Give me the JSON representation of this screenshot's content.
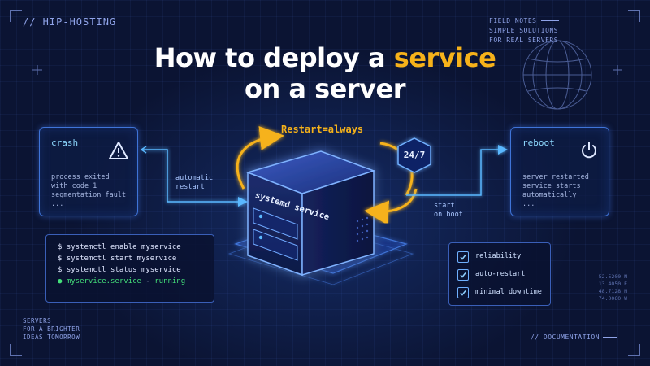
{
  "brand": "// HIP-HOSTING",
  "field_notes": [
    "FIELD NOTES",
    "SIMPLE SOLUTIONS",
    "FOR REAL SERVERS"
  ],
  "title": {
    "line1_prefix": "How to deploy a ",
    "line1_accent": "service",
    "line2": "on a server"
  },
  "crash_card": {
    "title": "crash",
    "icon": "warning-triangle-icon",
    "body": [
      "process exited",
      "with code 1",
      "segmentation fault",
      "..."
    ]
  },
  "reboot_card": {
    "title": "reboot",
    "icon": "power-icon",
    "body": [
      "server restarted",
      "service starts",
      "automatically",
      "..."
    ]
  },
  "edges": {
    "automatic_restart": [
      "automatic",
      "restart"
    ],
    "start_on_boot": [
      "start",
      "on boot"
    ],
    "restart_always": "Restart=always"
  },
  "server": {
    "label": "systemd service",
    "badge": "24/7"
  },
  "terminal": {
    "lines": [
      "$ systemctl enable myservice",
      "$ systemctl start myservice",
      "$ systemctl status myservice"
    ],
    "status_service": "myservice.service",
    "status_sep": " - ",
    "status_state": "running"
  },
  "checklist": [
    "reliability",
    "auto-restart",
    "minimal downtime"
  ],
  "coords": [
    "52.5200 N",
    "13.4050 E",
    "48.7128 N",
    "74.0060 W"
  ],
  "bottom_left": [
    "SERVERS",
    "FOR A BRIGHTER",
    "IDEAS TOMORROW"
  ],
  "bottom_right": "// DOCUMENTATION",
  "colors": {
    "background": "#0b1433",
    "accent": "#f6b21a",
    "glow_blue": "#3f74d8",
    "running_green": "#44e07a"
  }
}
